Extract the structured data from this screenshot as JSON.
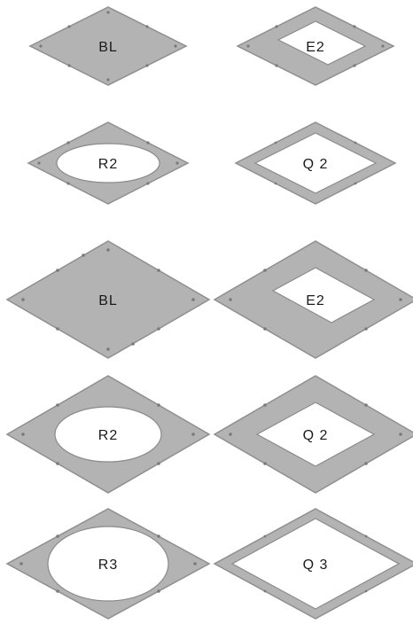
{
  "plates": [
    {
      "label": "BL",
      "hole": "none"
    },
    {
      "label": "E2",
      "hole": "rect-band"
    },
    {
      "label": "R2",
      "hole": "ellipse"
    },
    {
      "label": "Q 2",
      "hole": "square-frame"
    },
    {
      "label": "BL",
      "hole": "none"
    },
    {
      "label": "E2",
      "hole": "rect-band"
    },
    {
      "label": "R2",
      "hole": "ellipse"
    },
    {
      "label": "Q 2",
      "hole": "square"
    },
    {
      "label": "R3",
      "hole": "ellipse-large"
    },
    {
      "label": "Q 3",
      "hole": "square-frame"
    }
  ],
  "colors": {
    "plate": "#b3b3b3",
    "outline": "#8f8f8f",
    "hole": "#ffffff",
    "bolt": "#7a7a7a"
  }
}
